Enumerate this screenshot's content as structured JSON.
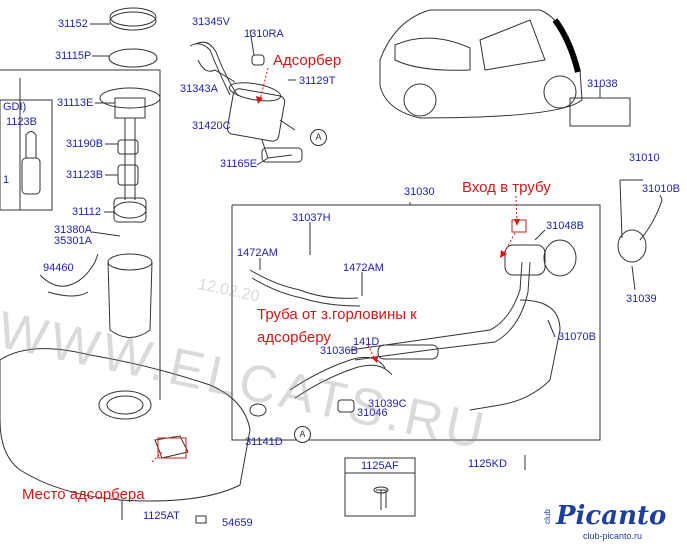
{
  "parts": {
    "p31152": "31152",
    "p31115P": "31115P",
    "p31113E": "31113E",
    "p31123B_left": "1123B",
    "p_gdi": "GDI)",
    "p_1": "1",
    "p31190B": "31190B",
    "p31123B": "31123B",
    "p31112": "31112",
    "p31380A": "31380A",
    "p35301A": "35301A",
    "p94460": "94460",
    "p31345V": "31345V",
    "p1310RA": "1310RA",
    "p31343A": "31343A",
    "p31129T": "31129T",
    "p31420C": "31420C",
    "p31165E": "31165E",
    "p31038": "31038",
    "p31010": "31010",
    "p31010B": "31010B",
    "p31030": "31030",
    "p31037H": "31037H",
    "p1472AM_a": "1472AM",
    "p1472AM_b": "1472AM",
    "p31048B": "31048B",
    "p31039": "31039",
    "p31070B": "31070B",
    "p31036B": "31036B",
    "p141D": "141D",
    "p31039C": "31039C",
    "p31046": "31046",
    "p31141D": "31141D",
    "p1125AF": "1125AF",
    "p1125KD": "1125KD",
    "p1125AT": "1125AT",
    "p54659": "54659",
    "callout_a1": "A",
    "callout_a2": "A"
  },
  "annotations": {
    "adsorber": "Адсорбер",
    "inlet": "Вход в трубу",
    "pipe_line1": "Труба от з.горловины к",
    "pipe_line2": "адсорберу",
    "location": "Место адсорбера"
  },
  "watermark": {
    "domain": "WWW.ELCATS.RU",
    "date": "12.02.20"
  },
  "logo": {
    "club": "club",
    "brand": "Picanto",
    "url": "club-picanto.ru"
  },
  "colors": {
    "part_number": "#2222a8",
    "annotation": "#d01818",
    "line": "#333333",
    "logo": "#1e3f9c"
  }
}
